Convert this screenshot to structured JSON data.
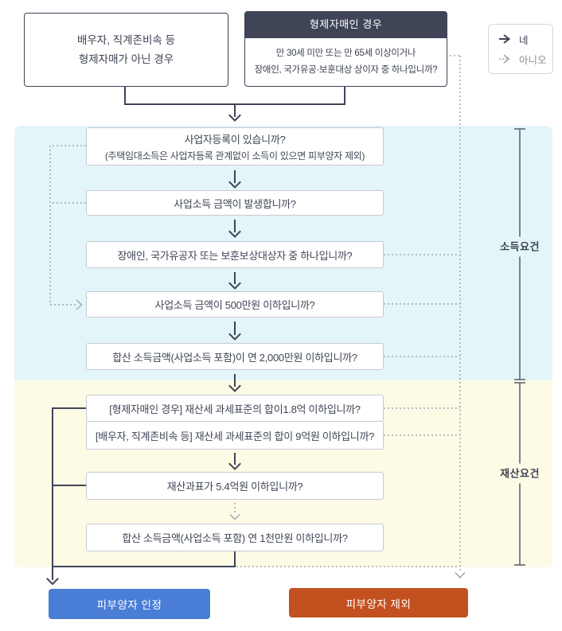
{
  "legend": {
    "yes": "네",
    "no": "아니오"
  },
  "top": {
    "non_sibling": {
      "line1": "배우자, 직계존비속 등",
      "line2": "형제자매가 아닌 경우"
    },
    "sibling": {
      "header": "형제자매인 경우",
      "line1": "만 30세 미만 또는 만 65세 이상이거나",
      "line2": "장애인, 국가유공·보훈대상 상이자 중 하나입니까?"
    }
  },
  "income": {
    "label": "소득요건",
    "questions": [
      {
        "line1": "사업자등록이 있습니까?",
        "line2": "(주택임대소득은 사업자등록 관계없이 소득이 있으면 피부양자 제외)"
      },
      {
        "line1": "사업소득 금액이 발생합니까?"
      },
      {
        "line1": "장애인, 국가유공자 또는 보훈보상대상자 중 하나입니까?"
      },
      {
        "line1": "사업소득 금액이 500만원 이하입니까?"
      },
      {
        "line1": "합산 소득금액(사업소득 포함)이 연 2,000만원 이하입니까?"
      }
    ]
  },
  "property": {
    "label": "재산요건",
    "questions": [
      {
        "line1": "[형제자매인 경우] 재산세 과세표준의 합이1.8억 이하입니까?"
      },
      {
        "line1": "[배우자, 직계존비속 등] 재산세 과세표준의 합이 9억원 이하입니까?"
      },
      {
        "line1": "재산과표가 5.4억원 이하입니까?"
      },
      {
        "line1": "합산 소득금액(사업소득 포함) 연 1천만원 이하입니까?"
      }
    ]
  },
  "results": {
    "accept": "피부양자 인정",
    "exclude": "피부양자 제외"
  },
  "palette": {
    "navy": "#3f4456",
    "income_bg": "#e3f5f9",
    "property_bg": "#fdfae6",
    "accept_blue": "#4a7ed6",
    "exclude_orange": "#c35120",
    "dotted_gray": "#a2a7b0",
    "box_border": "#c6cad2"
  }
}
